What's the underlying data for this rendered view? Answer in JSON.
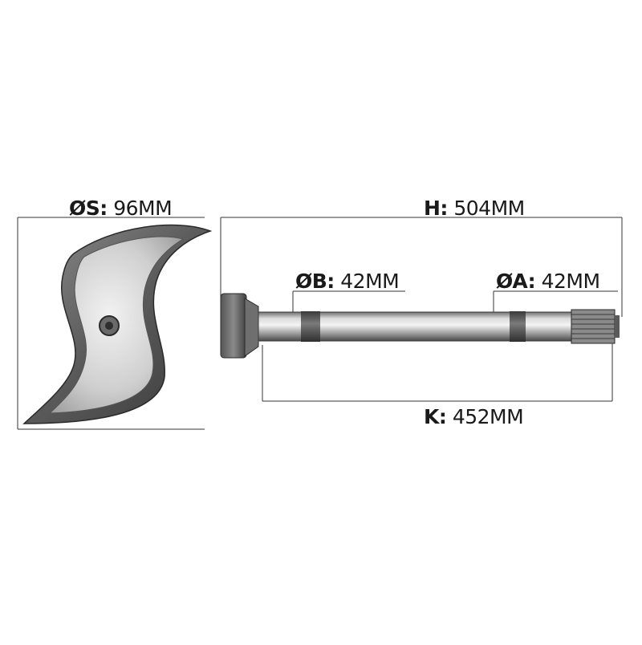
{
  "dimensions": {
    "s": {
      "key": "ØS:",
      "value": "96MM"
    },
    "h": {
      "key": "H:",
      "value": "504MM"
    },
    "b": {
      "key": "ØB:",
      "value": "42MM"
    },
    "a": {
      "key": "ØA:",
      "value": "42MM"
    },
    "k": {
      "key": "K:",
      "value": "452MM"
    }
  },
  "colors": {
    "line": "#333333",
    "metal_light": "#e6e6e6",
    "metal_mid": "#a8a8a8",
    "metal_dark": "#4a4a4a"
  }
}
